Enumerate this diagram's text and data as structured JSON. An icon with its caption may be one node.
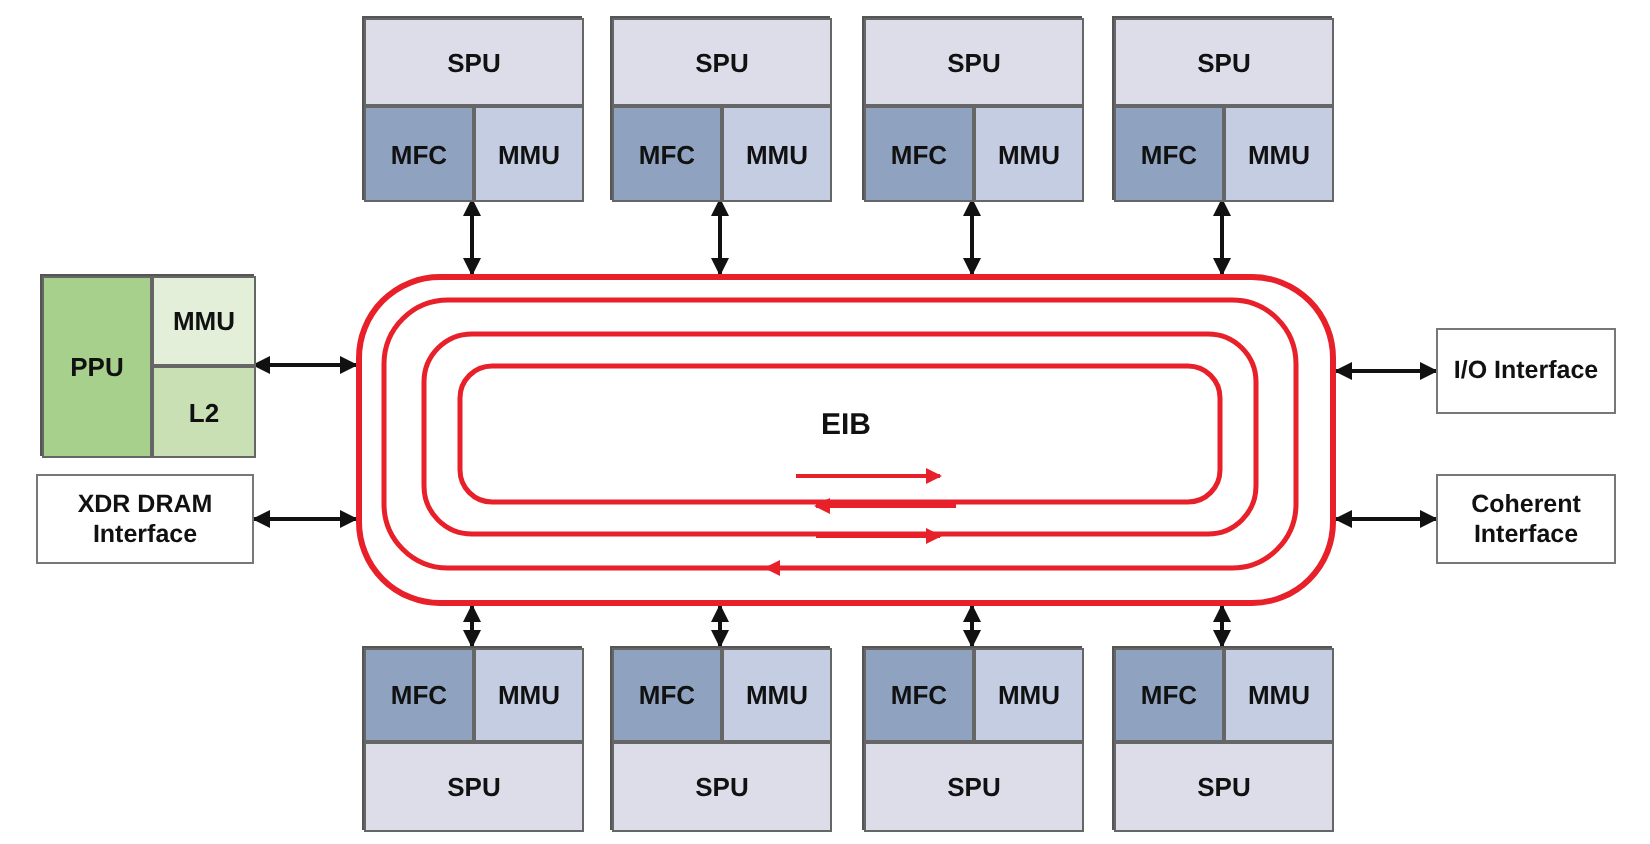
{
  "diagram": {
    "nodes": [
      {
        "text": [],
        "shape": "box"
      },
      {
        "text": [
          "SPU"
        ],
        "in": 0
      },
      {
        "text": [
          "MFC"
        ],
        "in": 0
      },
      {
        "text": [
          "MMU"
        ],
        "in": 0
      },
      {
        "text": [],
        "shape": "box"
      },
      {
        "text": [
          "SPU"
        ],
        "in": 4
      },
      {
        "text": [
          "MFC"
        ],
        "in": 4
      },
      {
        "text": [
          "MMU"
        ],
        "in": 4
      },
      {
        "text": [],
        "shape": "box"
      },
      {
        "text": [
          "SPU"
        ],
        "in": 8
      },
      {
        "text": [
          "MFC"
        ],
        "in": 8
      },
      {
        "text": [
          "MMU"
        ],
        "in": 8
      },
      {
        "text": [],
        "shape": "box"
      },
      {
        "text": [
          "SPU"
        ],
        "in": 12
      },
      {
        "text": [
          "MFC"
        ],
        "in": 12
      },
      {
        "text": [
          "MMU"
        ],
        "in": 12
      },
      {
        "text": [],
        "shape": "box"
      },
      {
        "text": [
          "PPU"
        ],
        "in": 16
      },
      {
        "text": [
          "MMU"
        ],
        "in": 16
      },
      {
        "text": [
          "L2"
        ],
        "in": 16
      },
      {
        "text": [
          "EIB"
        ]
      },
      {
        "text": [
          "I/O Interface"
        ]
      },
      {
        "text": [
          "XDR DRAM Interface"
        ]
      },
      {
        "text": [
          "Coherent Interface"
        ]
      },
      {
        "text": [],
        "shape": "box"
      },
      {
        "text": [
          "MFC"
        ],
        "in": 24
      },
      {
        "text": [
          "MMU"
        ],
        "in": 24
      },
      {
        "text": [
          "SPU"
        ],
        "in": 24
      },
      {
        "text": [],
        "shape": "box"
      },
      {
        "text": [
          "MFC"
        ],
        "in": 28
      },
      {
        "text": [
          "MMU"
        ],
        "in": 28
      },
      {
        "text": [
          "SPU"
        ],
        "in": 28
      },
      {
        "text": [],
        "shape": "box"
      },
      {
        "text": [
          "MFC"
        ],
        "in": 32
      },
      {
        "text": [
          "MMU"
        ],
        "in": 32
      },
      {
        "text": [
          "SPU"
        ],
        "in": 32
      },
      {
        "text": [],
        "shape": "box"
      },
      {
        "text": [
          "MFC"
        ],
        "in": 36
      },
      {
        "text": [
          "MMU"
        ],
        "in": 36
      },
      {
        "text": [
          "SPU"
        ],
        "in": 36
      }
    ],
    "edges": [
      {
        "from": 20,
        "to": 0,
        "arrow": "both"
      },
      {
        "from": 20,
        "to": 4,
        "arrow": "both"
      },
      {
        "from": 20,
        "to": 8,
        "arrow": "both"
      },
      {
        "from": 20,
        "to": 12,
        "arrow": "both"
      },
      {
        "from": 20,
        "to": 16,
        "arrow": "both"
      },
      {
        "from": 20,
        "to": 21,
        "arrow": "both"
      },
      {
        "from": 20,
        "to": 22,
        "arrow": "both"
      },
      {
        "from": 20,
        "to": 23,
        "arrow": "both"
      },
      {
        "from": 20,
        "to": 24,
        "arrow": "both"
      },
      {
        "from": 20,
        "to": 28,
        "arrow": "both"
      },
      {
        "from": 20,
        "to": 32,
        "arrow": "both"
      },
      {
        "from": 20,
        "to": 36,
        "arrow": "both"
      }
    ]
  }
}
